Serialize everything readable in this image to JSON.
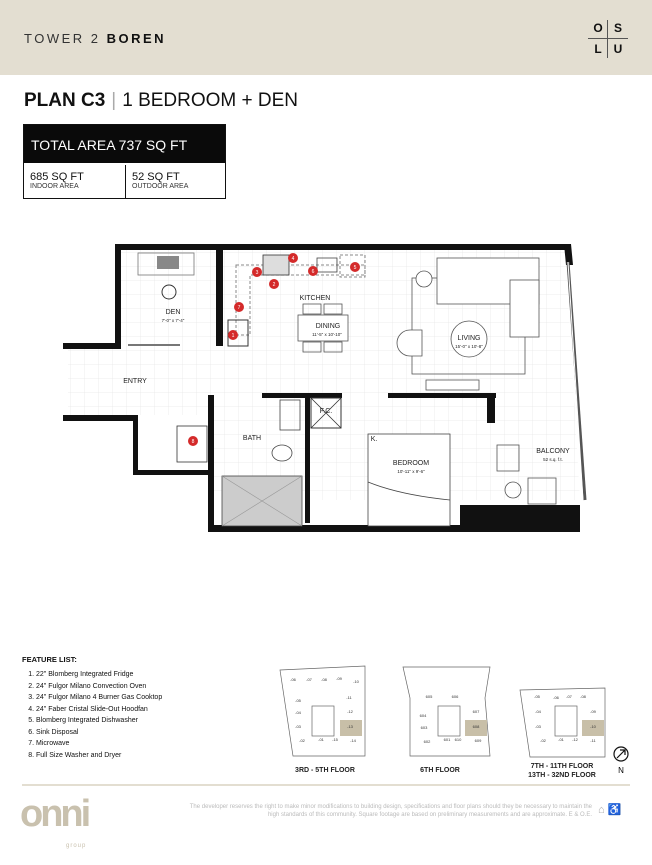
{
  "header": {
    "tower_prefix": "TOWER 2",
    "tower_name": "BOREN",
    "logo_letters": [
      "O",
      "S",
      "L",
      "U"
    ]
  },
  "plan": {
    "name": "PLAN C3",
    "separator": "|",
    "type": "1 BEDROOM + DEN"
  },
  "area": {
    "total": "TOTAL AREA 737 SQ FT",
    "indoor_value": "685 SQ FT",
    "indoor_label": "INDOOR AREA",
    "outdoor_value": "52 SQ FT",
    "outdoor_label": "OUTDOOR AREA"
  },
  "floorplan": {
    "rooms": {
      "den": "DEN",
      "den_dim": "7'-0\" x 7'-4\"",
      "kitchen": "KITCHEN",
      "dining": "DINING",
      "dining_dim": "11'-5\" x 10'-10\"",
      "living": "LIVING",
      "living_dim": "15'-0\" x 10'-8\"",
      "entry": "ENTRY",
      "bath": "BATH",
      "fc": "F.C.",
      "k": "K.",
      "bedroom": "BEDROOM",
      "bedroom_dim": "10'-11\" x 9'-6\"",
      "balcony": "BALCONY",
      "balcony_dim": "52 s.q. f.t."
    },
    "markers": [
      "1",
      "2",
      "3",
      "4",
      "5",
      "6",
      "7",
      "8"
    ],
    "marker_color": "#d42a2a"
  },
  "features": {
    "heading": "FEATURE LIST:",
    "items": [
      "22\" Blomberg Integrated Fridge",
      "24\" Fulgor Milano Convection Oven",
      "24\" Fulgor Milano 4 Burner Gas Cooktop",
      "24\" Faber Cristal Slide-Out Hoodfan",
      "Blomberg Integrated Dishwasher",
      "Sink Disposal",
      "Microwave",
      "Full Size Washer and Dryer"
    ]
  },
  "keyplans": [
    {
      "label": "3RD - 5TH FLOOR",
      "units": [
        "-06",
        "-07",
        "-08",
        "-09",
        "-10",
        "-05",
        "-11",
        "-04",
        "-12",
        "-03",
        "-13",
        "-02",
        "-01",
        "-15",
        "-14"
      ],
      "highlight": "-13"
    },
    {
      "label": "6TH FLOOR",
      "units": [
        "605",
        "606",
        "604",
        "607",
        "603",
        "608",
        "602",
        "601",
        "610",
        "609"
      ],
      "highlight": "608"
    },
    {
      "label": "7TH - 11TH FLOOR",
      "label2": "13TH - 32ND FLOOR",
      "units": [
        "-05",
        "-06",
        "-07",
        "-08",
        "-04",
        "-09",
        "-03",
        "-10",
        "-02",
        "-01",
        "-12",
        "-11"
      ],
      "highlight": "-10"
    }
  ],
  "north": {
    "label": "N",
    "icon": "north-arrow-icon"
  },
  "footer": {
    "brand": "onni",
    "brand_sub": "group",
    "disclaimer": "The developer reserves the right to make minor modifications to building design, specifications and floor plans should they be necessary to maintain the high standards of this community. Square footage are based on preliminary measurements and are approximate. E & O.E.",
    "icons": [
      "equal-housing-icon",
      "accessibility-icon"
    ]
  },
  "colors": {
    "header_bg": "#e3ded1",
    "highlight_unit": "#c8bfa8",
    "marker": "#d42a2a"
  }
}
